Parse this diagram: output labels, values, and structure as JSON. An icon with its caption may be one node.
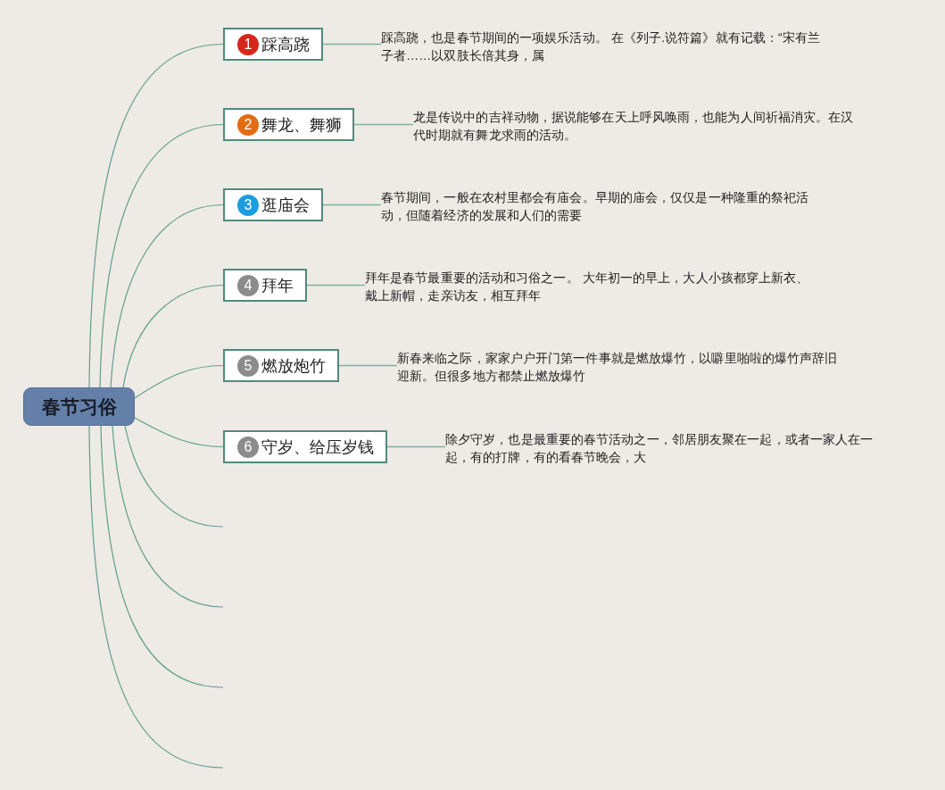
{
  "diagram": {
    "nodes": [
      {
        "text": [
          "春节习俗"
        ]
      },
      {
        "text": [
          "1",
          "踩高跷"
        ]
      },
      {
        "text": [
          "踩高跷，也是春节期间的一项娱乐活动。 在《列子.说符篇》就有记载：“宋有兰子者……以双肢长倍其身，属"
        ]
      },
      {
        "text": [
          "2",
          "舞龙、舞狮"
        ]
      },
      {
        "text": [
          "龙是传说中的吉祥动物，据说能够在天上呼风唤雨，也能为人间祈福消灾。在汉代时期就有舞龙求雨的活动。"
        ]
      },
      {
        "text": [
          "3",
          "逛庙会"
        ]
      },
      {
        "text": [
          "春节期间，一般在农村里都会有庙会。早期的庙会，仅仅是一种隆重的祭祀活动，但随着经济的发展和人们的需要"
        ]
      },
      {
        "text": [
          "4",
          "拜年"
        ]
      },
      {
        "text": [
          "拜年是春节最重要的活动和习俗之一。 大年初一的早上，大人小孩都穿上新衣、戴上新帽，走亲访友，相互拜年"
        ]
      },
      {
        "text": [
          "5",
          "燃放炮竹"
        ]
      },
      {
        "text": [
          "新春来临之际，家家户户开门第一件事就是燃放爆竹，以噼里啪啦的爆竹声辞旧迎新。但很多地方都禁止燃放爆竹"
        ]
      },
      {
        "text": [
          "6",
          "守岁、给压岁钱"
        ]
      },
      {
        "text": [
          "除夕守岁，也是最重要的春节活动之一，邻居朋友聚在一起，或者一家人在一起，有的打牌，有的看春节晚会，大"
        ]
      }
    ],
    "edges": [
      {
        "from": 0,
        "to": 1,
        "arrow": "none"
      },
      {
        "from": 1,
        "to": 2,
        "arrow": "none"
      },
      {
        "from": 0,
        "to": 3,
        "arrow": "none"
      },
      {
        "from": 3,
        "to": 4,
        "arrow": "none"
      },
      {
        "from": 0,
        "to": 5,
        "arrow": "none"
      },
      {
        "from": 5,
        "to": 6,
        "arrow": "none"
      },
      {
        "from": 0,
        "to": 7,
        "arrow": "none"
      },
      {
        "from": 7,
        "to": 8,
        "arrow": "none"
      },
      {
        "from": 0,
        "to": 9,
        "arrow": "none"
      },
      {
        "from": 9,
        "to": 10,
        "arrow": "none"
      },
      {
        "from": 0,
        "to": 11,
        "arrow": "none"
      },
      {
        "from": 11,
        "to": 12,
        "arrow": "none"
      },
      {
        "from": 0,
        "to": null,
        "arrow": "none"
      },
      {
        "from": 0,
        "to": null,
        "arrow": "none"
      },
      {
        "from": 0,
        "to": null,
        "arrow": "none"
      },
      {
        "from": 0,
        "to": null,
        "arrow": "none"
      }
    ]
  }
}
